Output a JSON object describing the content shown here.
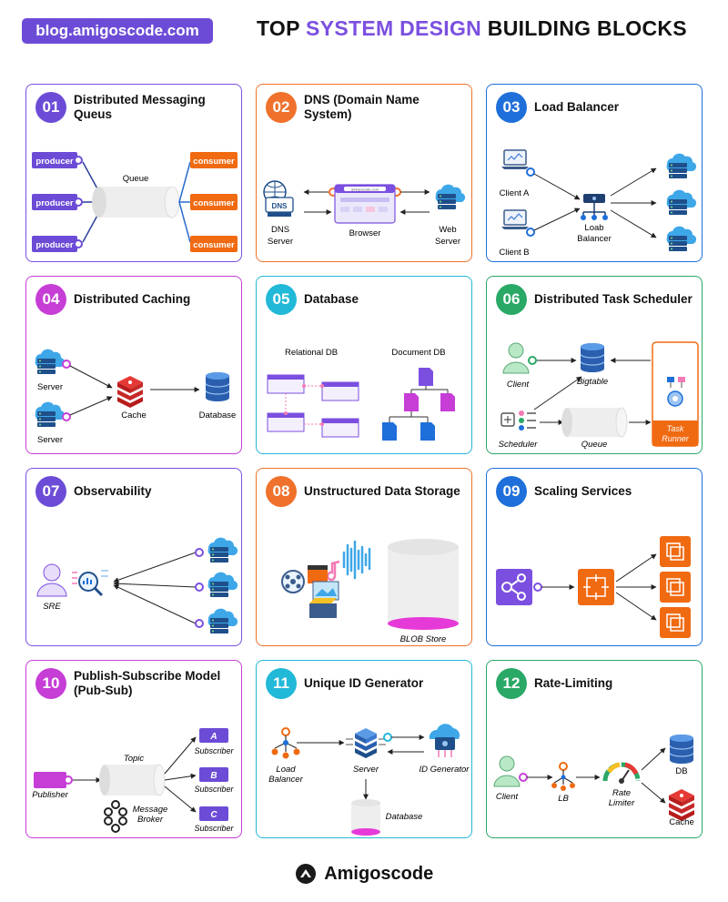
{
  "header": {
    "blog_url": "blog.amigoscode.com",
    "title_pre": "TOP ",
    "title_highlight": "SYSTEM DESIGN",
    "title_post": " BUILDING BLOCKS"
  },
  "colors": {
    "purple": "#7b4fe0",
    "orange": "#f0712b",
    "blue": "#1e6fd9",
    "magenta": "#c63ed6",
    "cyan": "#22b8d8",
    "green": "#2aa866"
  },
  "cards": [
    {
      "num": "01",
      "title": "Distributed Messaging Queus",
      "producer": "producer",
      "queue": "Queue",
      "consumer": "consumer"
    },
    {
      "num": "02",
      "title": "DNS (Domain Name System)",
      "dns_server_1": "DNS",
      "dns_server_2": "Server",
      "browser": "Browser",
      "web_server_1": "Web",
      "web_server_2": "Server",
      "dns_icon": "DNS",
      "browser_url": "amigoscode.com"
    },
    {
      "num": "03",
      "title": "Load Balancer",
      "client_a": "Client A",
      "client_b": "Client B",
      "lb_1": "Loab",
      "lb_2": "Balancer"
    },
    {
      "num": "04",
      "title": "Distributed Caching",
      "server": "Server",
      "cache": "Cache",
      "database": "Database"
    },
    {
      "num": "05",
      "title": "Database",
      "relational": "Relational DB",
      "document": "Document DB"
    },
    {
      "num": "06",
      "title": "Distributed Task Scheduler",
      "client": "Client",
      "bigtable": "Bigtable",
      "scheduler": "Scheduler",
      "queue": "Queue",
      "task_runner_1": "Task",
      "task_runner_2": "Runner"
    },
    {
      "num": "07",
      "title": "Observability",
      "sre": "SRE"
    },
    {
      "num": "08",
      "title": "Unstructured Data Storage",
      "blob": "BLOB Store"
    },
    {
      "num": "09",
      "title": "Scaling Services"
    },
    {
      "num": "10",
      "title": "Publish-Subscribe Model (Pub-Sub)",
      "topic": "Topic",
      "publisher": "Publisher",
      "broker_1": "Message",
      "broker_2": "Broker",
      "sub_a": "A",
      "sub_b": "B",
      "sub_c": "C",
      "subscriber": "Subscriber"
    },
    {
      "num": "11",
      "title": "Unique ID Generator",
      "lb_1": "Load",
      "lb_2": "Balancer",
      "server": "Server",
      "idgen": "ID Generator",
      "database": "Database"
    },
    {
      "num": "12",
      "title": "Rate-Limiting",
      "client": "Client",
      "lb": "LB",
      "rl_1": "Rate",
      "rl_2": "Limiter",
      "db": "DB",
      "cache": "Cache"
    }
  ],
  "footer": {
    "brand": "Amigoscode"
  }
}
